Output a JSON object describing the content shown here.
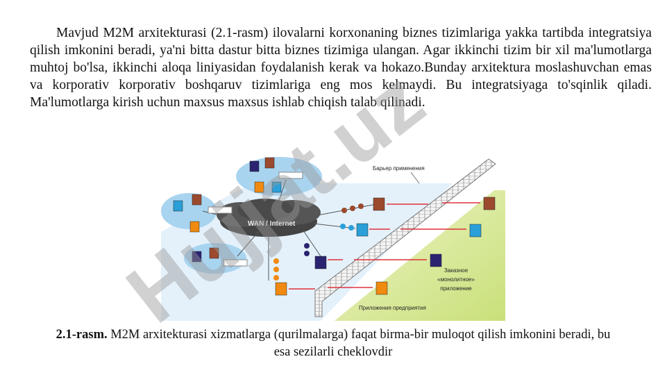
{
  "paragraph": "Mavjud M2M arxitekturasi (2.1-rasm) ilovalarni korxonaning biznes tizimlariga yakka tartibda integratsiya qilish imkonini beradi, ya'ni bitta dastur bitta biznes tizimiga ulangan. Agar ikkinchi tizim bir xil ma'lumotlarga muhtoj bo'lsa, ikkinchi aloqa liniyasidan foydalanish kerak va hokazo.Bunday arxitektura moslashuvchan emas va korporativ korporativ boshqaruv tizimlariga eng mos kelmaydi. Bu integratsiyaga to'sqinlik qiladi. Ma'lumotlarga kirish uchun maxsus maxsus ishlab chiqish talab qilinadi.",
  "figure": {
    "cloud_label": "WAN / Internet",
    "barrier_label": "Барьер применения",
    "monolith_label_1": "Заказное",
    "monolith_label_2": "«монолитное»",
    "monolith_label_3": "приложение",
    "enterprise_label": "Приложения предприятия"
  },
  "caption": {
    "number": "2.1-rasm.",
    "text": " M2M arxitekturasi xizmatlarga (qurilmalarga) faqat birma-bir muloqot qilish imkonini beradi, bu esa sezilarli cheklovdir"
  },
  "watermark": "Hujjat.uz",
  "colors": {
    "brown": "#9b4a2e",
    "blue": "#2a9fd8",
    "navy": "#2a2470",
    "orange": "#f08a10",
    "arrow": "#e0303a"
  }
}
